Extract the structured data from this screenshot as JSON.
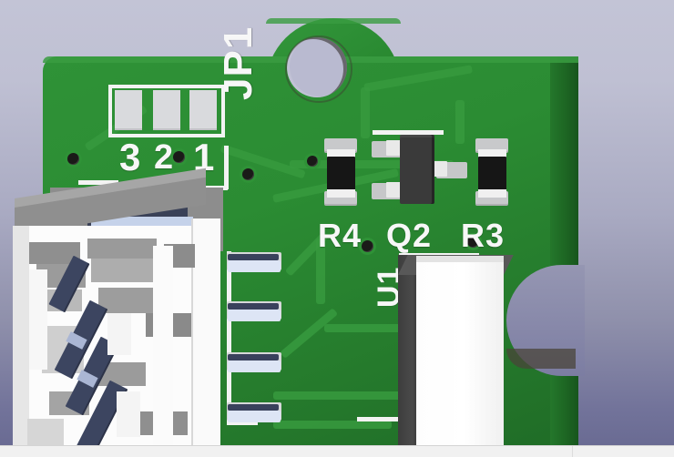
{
  "app": {
    "view_type": "3d-pcb-viewer",
    "background_top_color": "#c3c4d6",
    "background_bottom_color": "#6a6b93"
  },
  "board": {
    "name": "printed-circuit-board",
    "soldermask_color": "#2b8c33",
    "soldermask_color_dark": "#1f6b26",
    "silkscreen_color": "#f3f3f3",
    "copper_trace_color": "#379a3e",
    "pad_color": "#c8c9cb"
  },
  "silkscreen": {
    "jp1_label": "JP1",
    "pin_labels": [
      "3",
      "2",
      "1"
    ],
    "r4_label": "R4",
    "q2_label": "Q2",
    "r3_label": "R3",
    "u1_label": "U1"
  },
  "components": [
    {
      "ref": "JP1",
      "type": "header-footprint",
      "pad_count": 3,
      "body_color": "#d9dadd"
    },
    {
      "ref": "R4",
      "type": "chip-resistor",
      "body_color": "#161616",
      "pad_color": "#c8c9cb"
    },
    {
      "ref": "Q2",
      "type": "sot23-transistor",
      "body_color": "#3a3a3a",
      "lead_count": 3
    },
    {
      "ref": "R3",
      "type": "chip-resistor",
      "body_color": "#161616",
      "pad_color": "#c8c9cb"
    },
    {
      "ref": "U1",
      "type": "ic-package",
      "body_color": "#ffffff"
    },
    {
      "ref": "J1",
      "type": "jst-connector",
      "housing_color": "#fdfdfd",
      "pin_color": "#3c4560",
      "pin_count": 4
    }
  ],
  "features": {
    "mounting_hole": "circular-mounting-hole",
    "edge_notch": "semicircular-edge-notch"
  },
  "statusbar": {
    "left_text": "",
    "right_text": ""
  }
}
